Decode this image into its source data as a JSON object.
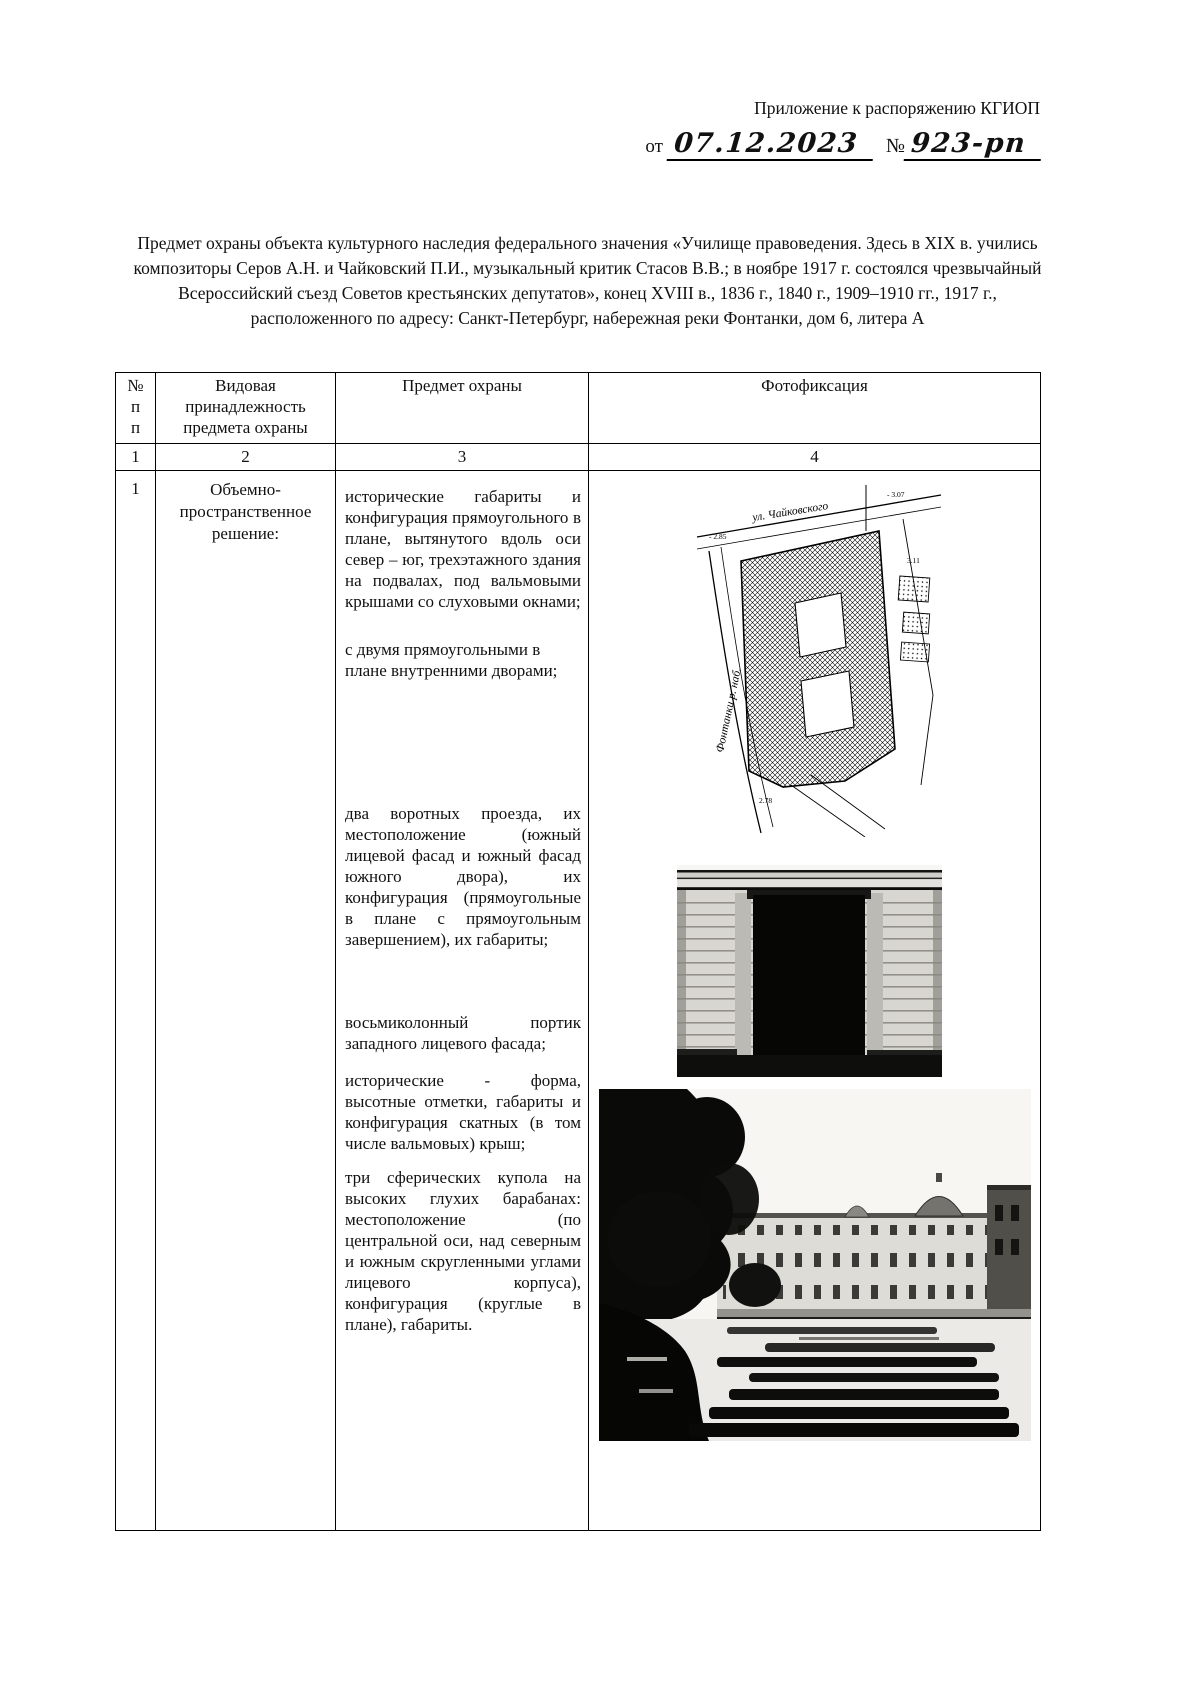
{
  "header": {
    "appendix_label": "Приложение к распоряжению КГИОП",
    "from_label": "от",
    "date_value": "07.12.2023",
    "number_sign": "№",
    "number_value": "923-рп"
  },
  "title": "Предмет охраны  объекта культурного наследия федерального значения «Училище правоведения. Здесь в XIX в. учились композиторы Серов А.Н. и Чайковский П.И., музыкальный критик Стасов В.В.; в ноябре 1917 г. состоялся чрезвычайный Всероссийский съезд Советов крестьянских депутатов», конец XVIII в., 1836 г., 1840 г., 1909–1910 гг., 1917 г., расположенного по адресу: Санкт-Петербург, набережная реки Фонтанки, дом 6, литера А",
  "table": {
    "headers": {
      "num": "№\nп\nп",
      "category": "Видовая принадлежность предмета охраны",
      "subject": "Предмет охраны",
      "photo": "Фотофиксация"
    },
    "column_numbers": [
      "1",
      "2",
      "3",
      "4"
    ],
    "row": {
      "num": "1",
      "category": "Объемно-пространственное решение:",
      "paragraphs": [
        "исторические габариты и конфигурация прямоугольного в плане, вытянутого вдоль оси север – юг, трехэтажного здания на подвалах, под вальмовыми крышами со слуховыми окнами;",
        "с двумя прямоугольными в плане внутренними дворами;",
        "два воротных проезда, их местоположение (южный лицевой фасад и южный фасад южного двора), их конфигурация (прямоугольные в плане с прямоугольным завершением), их габариты;",
        "восьмиколонный портик западного лицевого фасада;",
        "исторические - форма, высотные отметки, габариты и конфигурация скатных (в том числе вальмовых) крыш;",
        "три сферических купола на высоких глухих барабанах: местоположение (по центральной оси, над северным и южным скругленными углами лицевого корпуса), конфигурация (круглые в плане), габариты."
      ],
      "map": {
        "street_top": "ул. Чайковского",
        "embankment": "Фонтанки р. наб.",
        "elevations": [
          "- 3.07",
          "- 2.85",
          "3.11",
          "2.78"
        ]
      }
    }
  }
}
